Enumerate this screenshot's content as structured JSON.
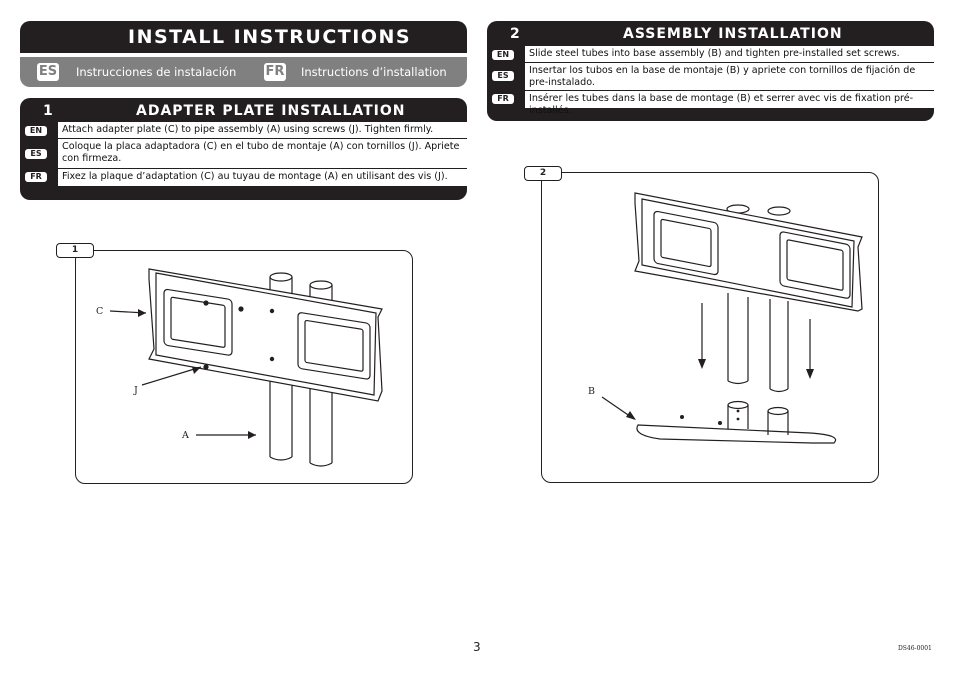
{
  "header": {
    "title": "INSTALL INSTRUCTIONS",
    "languages": [
      {
        "code": "ES",
        "label": "Instrucciones de instalación"
      },
      {
        "code": "FR",
        "label": "Instructions d’installation"
      }
    ]
  },
  "step1": {
    "number": "1",
    "title": "ADAPTER PLATE INSTALLATION",
    "rows": [
      {
        "lang": "EN",
        "text": "Attach adapter plate (C) to pipe assembly (A) using screws (J).  Tighten firmly."
      },
      {
        "lang": "ES",
        "text": "Coloque la placa adaptadora (C) en el tubo de montaje (A) con tornillos (J). Apriete con firmeza."
      },
      {
        "lang": "FR",
        "text": "Fixez la plaque d’adaptation (C) au tuyau de montage (A) en utilisant des vis (J)."
      }
    ],
    "figure": {
      "tag": "1",
      "labels": {
        "c": "C",
        "j": "J",
        "a": "A"
      }
    }
  },
  "step2": {
    "number": "2",
    "title": "ASSEMBLY INSTALLATION",
    "rows": [
      {
        "lang": "EN",
        "text": "Slide steel tubes into base assembly (B) and tighten pre-installed set screws."
      },
      {
        "lang": "ES",
        "text": "Insertar los tubos en la base de montaje (B) y apriete con tornillos de fijación de pre-instalado."
      },
      {
        "lang": "FR",
        "text": "Insérer les tubes dans la base de montage (B) et serrer avec vis de fixation pré-installés."
      }
    ],
    "figure": {
      "tag": "2",
      "labels": {
        "b": "B"
      }
    }
  },
  "footer": {
    "page_number": "3",
    "doc_code": "DS46-0001"
  }
}
